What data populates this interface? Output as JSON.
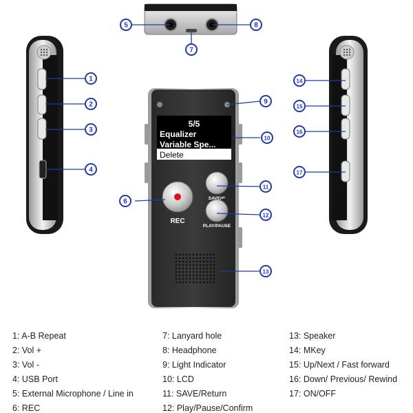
{
  "screen": {
    "line1": "5/5",
    "line2": "Equalizer",
    "line3": "Variable Spe...",
    "line4": "Delete"
  },
  "device_labels": {
    "rec": "REC",
    "save": "SAVE/↶",
    "play": "PLAY/PAUSE"
  },
  "callouts": [
    {
      "n": "1"
    },
    {
      "n": "2"
    },
    {
      "n": "3"
    },
    {
      "n": "4"
    },
    {
      "n": "5"
    },
    {
      "n": "6"
    },
    {
      "n": "7"
    },
    {
      "n": "8"
    },
    {
      "n": "9"
    },
    {
      "n": "10"
    },
    {
      "n": "11"
    },
    {
      "n": "12"
    },
    {
      "n": "13"
    },
    {
      "n": "14"
    },
    {
      "n": "15"
    },
    {
      "n": "16"
    },
    {
      "n": "17"
    }
  ],
  "legend": [
    "1: A-B Repeat",
    "2: Vol +",
    "3: Vol -",
    "4: USB Port",
    "5: External Microphone / Line in",
    "6: REC",
    "7: Lanyard hole",
    "8: Headphone",
    "9: Light Indicator",
    "10: LCD",
    "11: SAVE/Return",
    "12: Play/Pause/Confirm",
    "13: Speaker",
    "14: MKey",
    "15: Up/Next / Fast forward",
    "16: Down/ Previous/ Rewind",
    "17: ON/OFF"
  ],
  "colors": {
    "callout": "#1e3aa8",
    "body_dark": "#1b1b1b",
    "silver": "#d6d6d6",
    "rec_dot": "#e0101a"
  }
}
